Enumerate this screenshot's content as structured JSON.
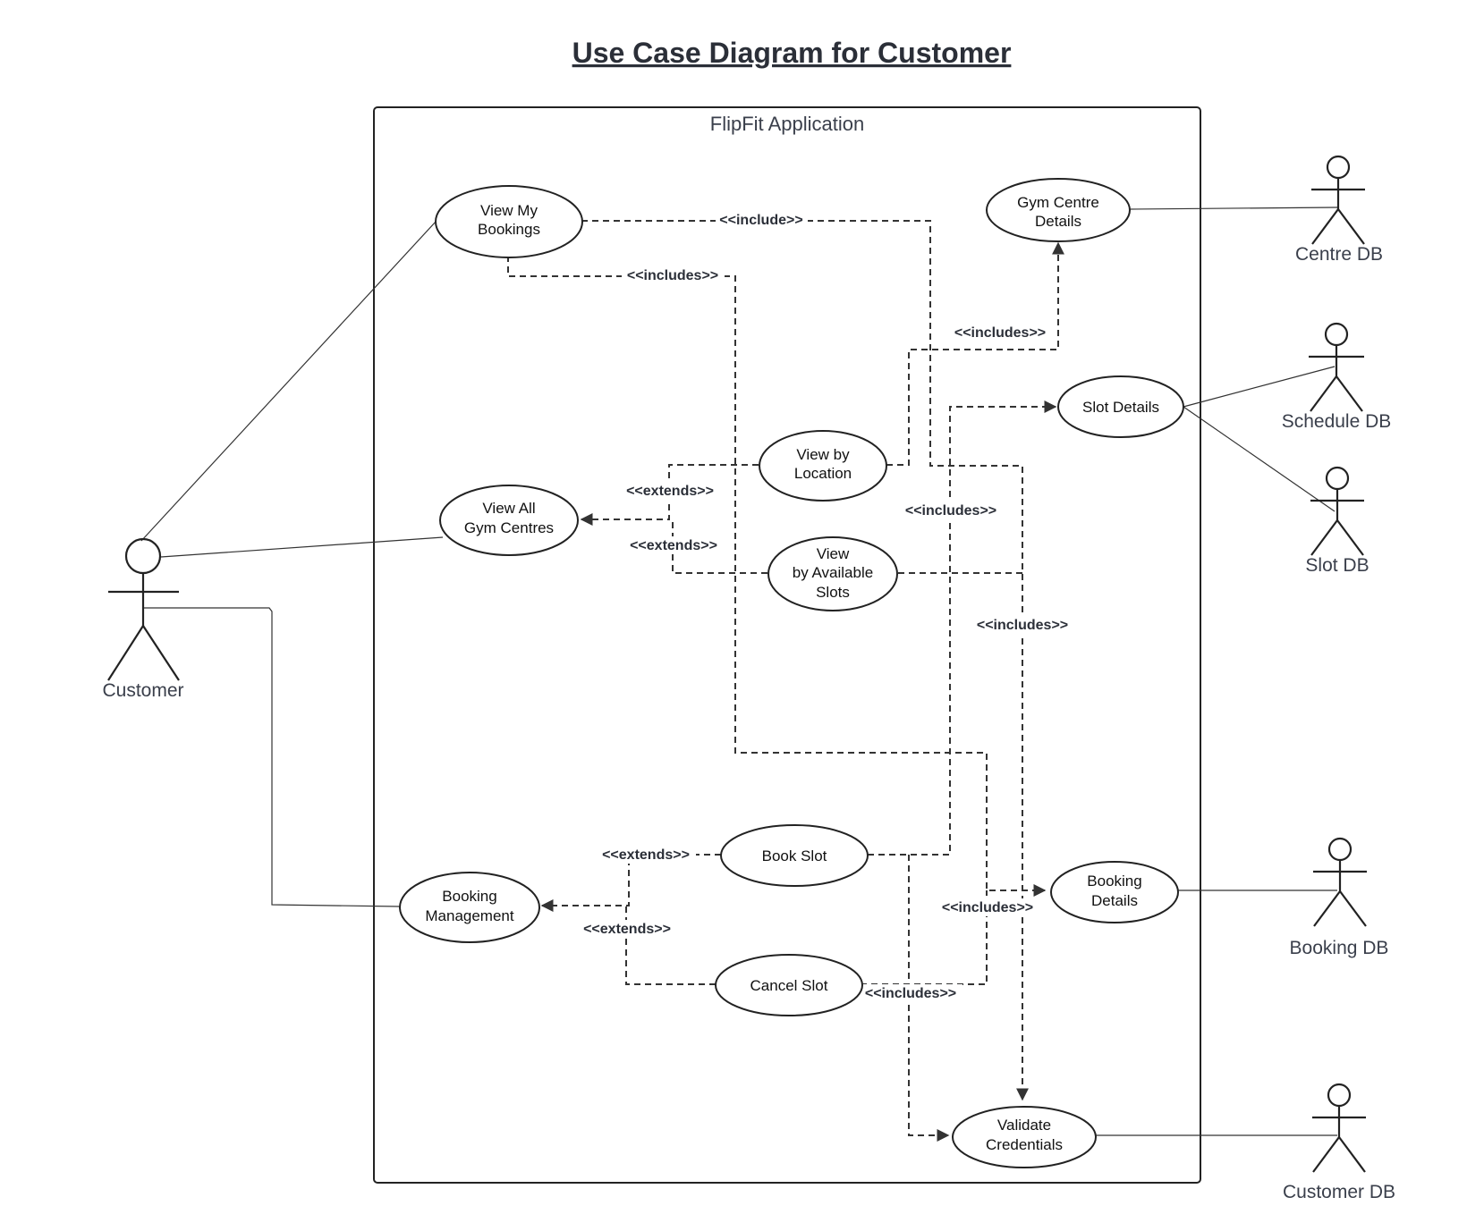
{
  "title": "Use Case Diagram for Customer",
  "system": {
    "name": "FlipFit Application"
  },
  "actors": {
    "customer": "Customer",
    "centre_db": "Centre DB",
    "schedule_db": "Schedule DB",
    "slot_db": "Slot DB",
    "booking_db": "Booking DB",
    "customer_db": "Customer DB"
  },
  "use_cases": {
    "view_my_bookings": [
      "View My",
      "Bookings"
    ],
    "gym_centre_details": [
      "Gym Centre",
      "Details"
    ],
    "slot_details": [
      "Slot Details"
    ],
    "view_by_location": [
      "View by",
      "Location"
    ],
    "view_all_gym_centres": [
      "View All",
      "Gym Centres"
    ],
    "view_by_available_slots": [
      "View",
      "by Available",
      "Slots"
    ],
    "book_slot": [
      "Book Slot"
    ],
    "booking_management": [
      "Booking",
      "Management"
    ],
    "booking_details": [
      "Booking",
      "Details"
    ],
    "cancel_slot": [
      "Cancel Slot"
    ],
    "validate_credentials": [
      "Validate",
      "Credentials"
    ]
  },
  "relationships": {
    "include": "<<include>>",
    "includes_1": "<<includes>>",
    "includes_2": "<<includes>>",
    "includes_3": "<<includes>>",
    "includes_4": "<<includes>>",
    "includes_5": "<<includes>>",
    "includes_6": "<<includes>>",
    "extends_1": "<<extends>>",
    "extends_2": "<<extends>>",
    "extends_3": "<<extends>>",
    "extends_4": "<<extends>>"
  }
}
